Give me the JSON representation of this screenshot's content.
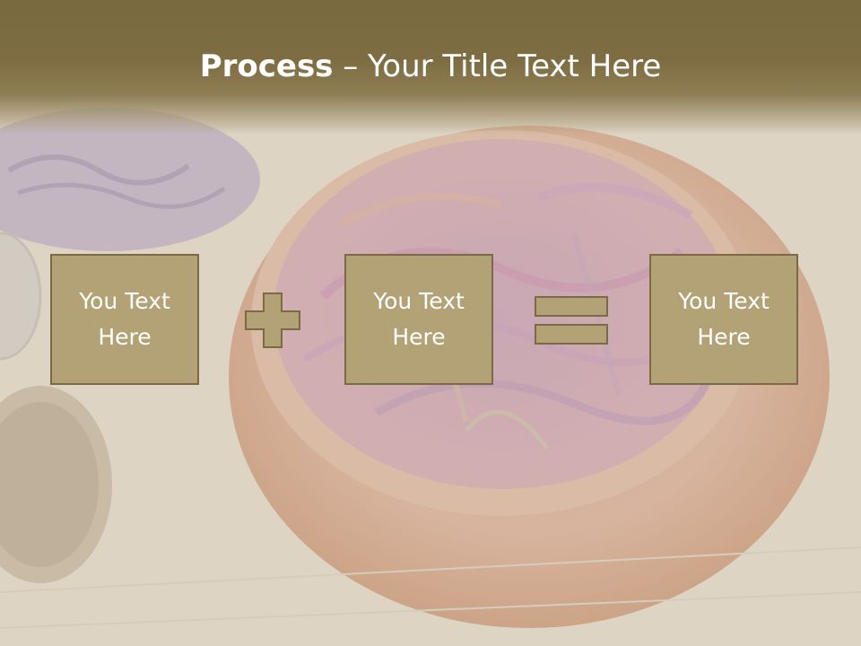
{
  "slide": {
    "title_bold": "Process",
    "title_rest": " – Your Title Text Here",
    "boxes": [
      {
        "text": "You Text Here"
      },
      {
        "text": "You Text Here"
      },
      {
        "text": "You Text Here"
      }
    ],
    "operators": [
      "plus",
      "equals"
    ]
  },
  "colors": {
    "title_band": "#7e6d42",
    "box_fill": "#b3a275",
    "box_border": "#7a6a45",
    "text": "#ffffff"
  }
}
